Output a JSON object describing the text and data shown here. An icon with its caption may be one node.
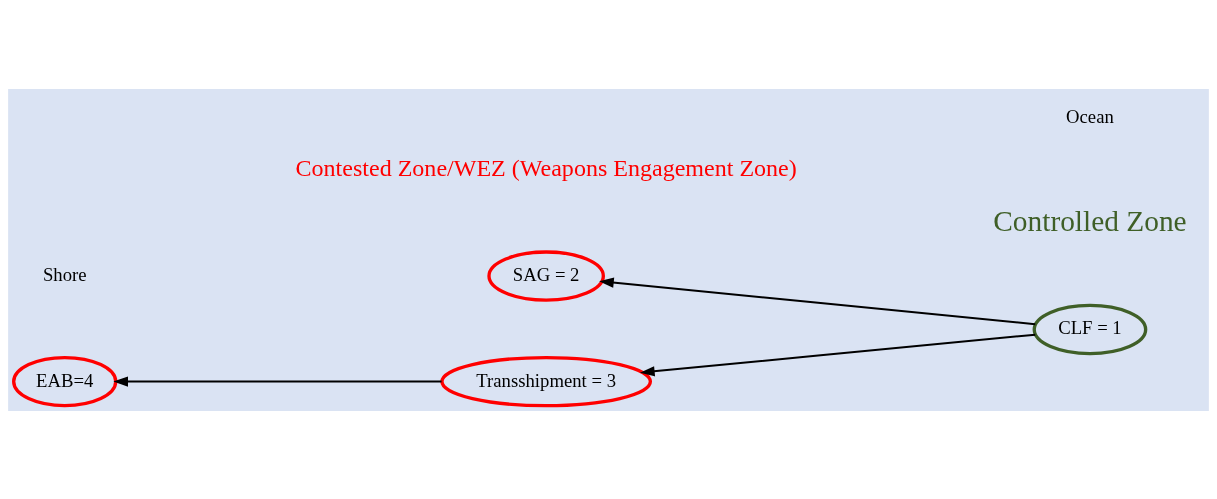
{
  "diagram": {
    "nodes": [
      {
        "text": [
          "CLF = 1"
        ]
      },
      {
        "text": [
          "SAG = 2"
        ]
      },
      {
        "text": [
          "Transshipment = 3"
        ]
      },
      {
        "text": [
          "EAB=4"
        ]
      }
    ],
    "edges": [
      {
        "from": 0,
        "to": 1,
        "arrow": "to"
      },
      {
        "from": 0,
        "to": 2,
        "arrow": "to"
      },
      {
        "from": 2,
        "to": 3,
        "arrow": "to"
      }
    ],
    "labels": [
      "Contested Zone/WEZ (Weapons Engagement Zone)",
      "Controlled Zone",
      "Shore",
      "Ocean"
    ]
  }
}
